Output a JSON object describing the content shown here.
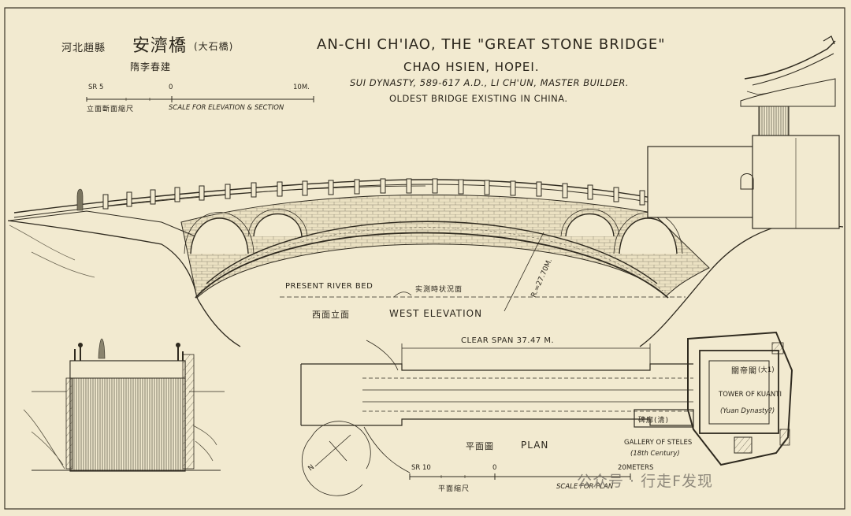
{
  "title_block": {
    "cn_location": "河北趙縣",
    "cn_name": "安濟橋",
    "cn_alias": "(大石橋)",
    "cn_builder": "隋李春建",
    "en_title": "AN-CHI CH'IAO, THE \"GREAT STONE BRIDGE\"",
    "en_location": "CHAO HSIEN, HOPEI.",
    "en_dynasty": "SUI DYNASTY, 589-617 A.D., LI CH'UN, MASTER BUILDER.",
    "en_note": "OLDEST BRIDGE EXISTING IN CHINA."
  },
  "elevation_scale": {
    "left_tick": "SR 5",
    "zero_tick": "0",
    "right_tick": "10M.",
    "cn_label": "立面斷面縮尺",
    "en_label": "SCALE FOR ELEVATION & SECTION"
  },
  "elevation_view": {
    "river_bed_label": "PRESENT RIVER BED",
    "cn_river_label": "实測時状況面",
    "radius_label": "R.=27.70M.",
    "cn_view_label": "西面立面",
    "en_view_label": "WEST ELEVATION"
  },
  "plan_view": {
    "span_label": "CLEAR SPAN 37.47 M.",
    "cn_view_label": "平面圖",
    "en_view_label": "PLAN",
    "tower_cn": "關帝閣",
    "tower_cn_note": "(大1)",
    "tower_en": "TOWER OF KUANTI",
    "tower_en_note": "(Yuan Dynasty?)",
    "cn_steles_label": "碑廊(清)",
    "gallery_label": "GALLERY OF STELES",
    "gallery_note": "(18th Century)",
    "north_label": "N"
  },
  "plan_scale": {
    "left_tick": "SR 10",
    "zero_tick": "0",
    "right_tick": "20METERS",
    "cn_label": "平面縮尺",
    "en_label": "SCALE FOR PLAN"
  },
  "watermark": {
    "text": "公众号 · 行走F发现"
  }
}
